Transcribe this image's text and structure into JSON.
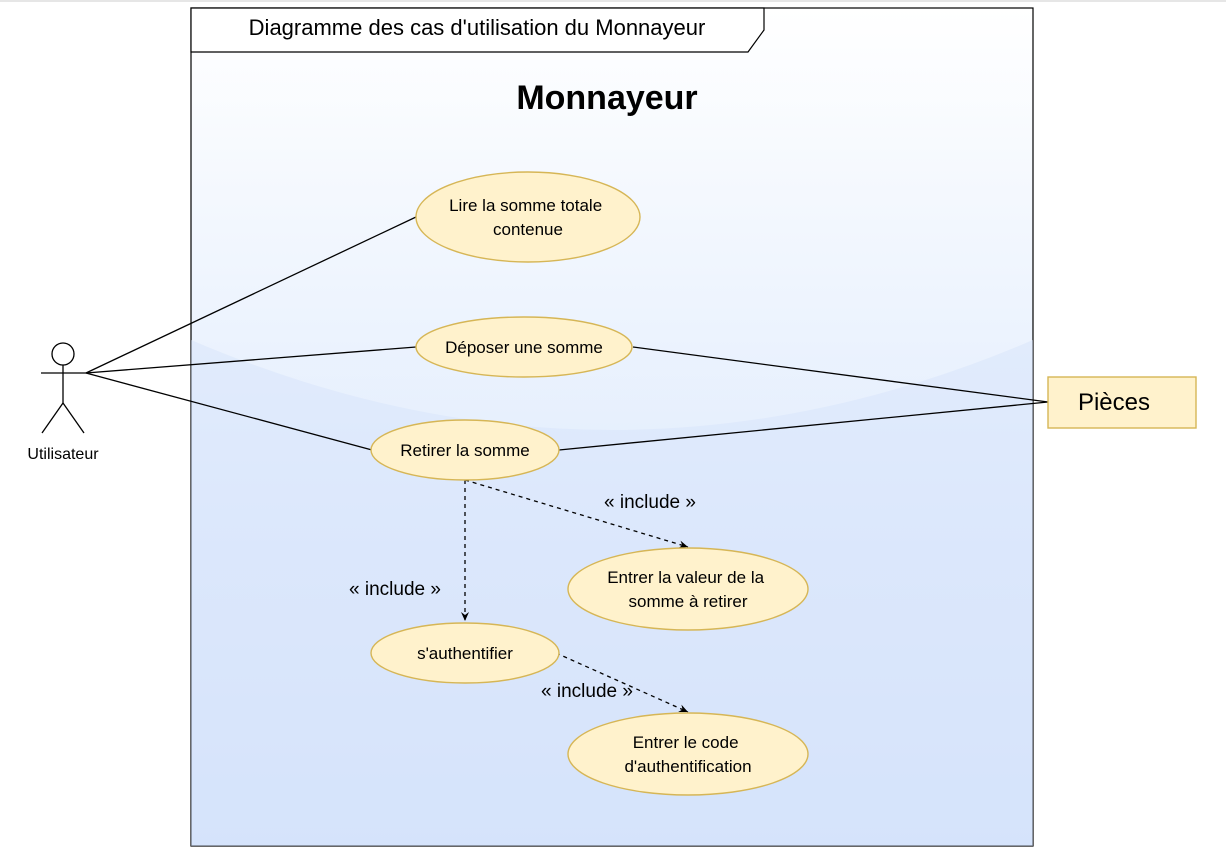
{
  "frame": {
    "title": "Diagramme des cas d'utilisation du Monnayeur"
  },
  "system": {
    "name": "Monnayeur"
  },
  "actors": {
    "user": "Utilisateur",
    "external": "Pièces"
  },
  "use_cases": {
    "lire": [
      "Lire la somme totale",
      "contenue"
    ],
    "deposer": [
      "Déposer une somme"
    ],
    "retirer": [
      "Retirer la somme"
    ],
    "entrer_valeur": [
      "Entrer la valeur de la",
      "somme à retirer"
    ],
    "authentifier": [
      "s'authentifier"
    ],
    "entrer_code": [
      "Entrer le code",
      "d'authentification"
    ]
  },
  "relations": {
    "include_1": "« include »",
    "include_2": "« include »",
    "include_3": "« include »"
  },
  "colors": {
    "use_case_fill": "#fff2cc",
    "use_case_stroke": "#d6b656",
    "system_fill_top": "#ffffff",
    "system_fill_bottom": "#dae8fc",
    "line": "#000000"
  }
}
